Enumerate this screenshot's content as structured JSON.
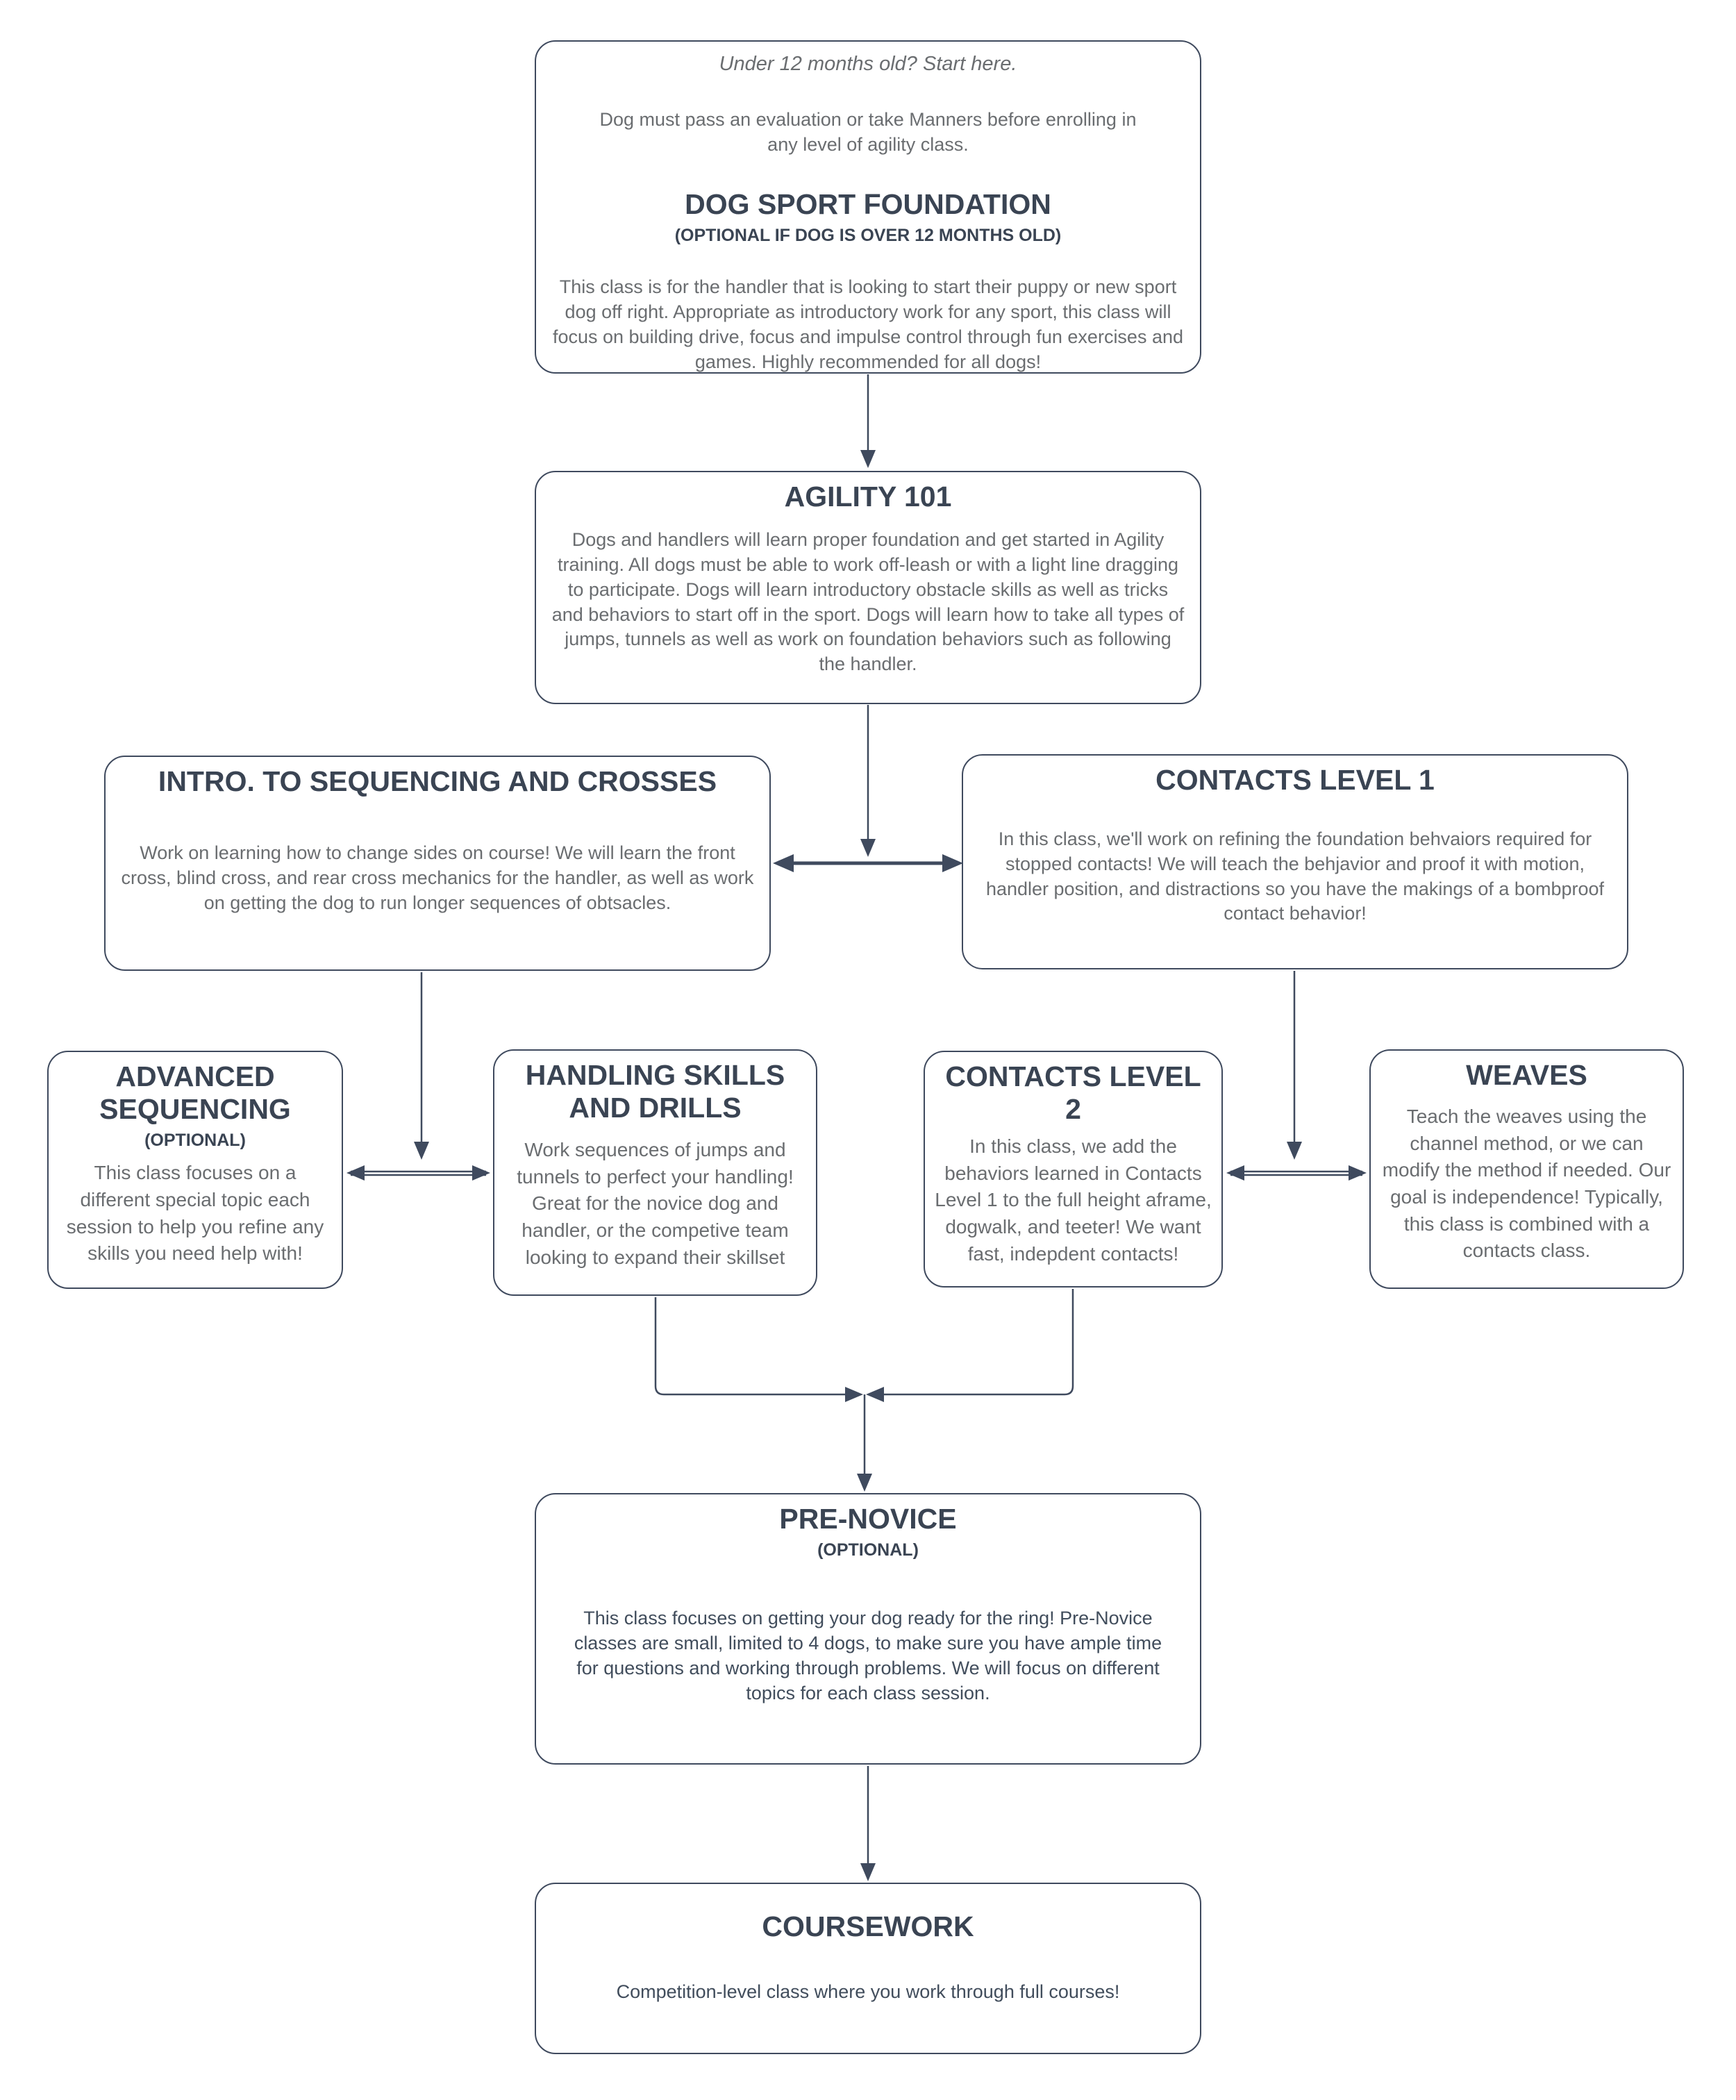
{
  "colors": {
    "background": "#ffffff",
    "border": "#3f4a5e",
    "heading": "#3a4453",
    "body": "#6a6d70",
    "body_dark": "#414d5c",
    "connector": "#3f4a5e"
  },
  "diagram": {
    "foundation": {
      "intro": "Under 12 months old? Start here.",
      "note": "Dog must pass an evaluation or take Manners before enrolling in any level of agility class.",
      "title": "DOG SPORT FOUNDATION",
      "subtitle": "(OPTIONAL IF DOG IS OVER 12 MONTHS OLD)",
      "body": "This class is for the handler that is looking to start their puppy or new sport dog off right. Appropriate as introductory work for any sport, this class will focus on building drive, focus and impulse control through fun exercises and games. Highly recommended for all dogs!"
    },
    "agility101": {
      "title": "AGILITY 101",
      "body": "Dogs and handlers will learn proper foundation and get started in Agility training. All dogs must be able to work off-leash or with a light line dragging to participate. Dogs will learn introductory obstacle skills as well as tricks and behaviors to start off in the sport. Dogs will learn how to take all types of jumps, tunnels as well as work on foundation behaviors such as following the handler."
    },
    "intro_sequencing": {
      "title": "INTRO. TO SEQUENCING AND CROSSES",
      "body": "Work on learning how to change sides on course! We will learn the front cross, blind cross, and rear cross mechanics for the handler, as well as work on getting the dog to run longer sequences of obtsacles."
    },
    "contacts1": {
      "title": "CONTACTS LEVEL 1",
      "body": "In this class, we'll work on refining the foundation behvaiors required for stopped contacts! We will teach the behjavior and proof it with motion, handler position, and distractions so you have the makings of a bombproof contact behavior!"
    },
    "advanced_sequencing": {
      "title": "ADVANCED SEQUENCING",
      "subtitle": "(OPTIONAL)",
      "body": "This class focuses on a different special topic each session to help you refine any skills you need help with!"
    },
    "handling": {
      "title": "HANDLING SKILLS AND DRILLS",
      "body": "Work sequences of jumps and tunnels to perfect your handling! Great for the novice dog and handler, or the competive team looking to expand their skillset"
    },
    "contacts2": {
      "title": "CONTACTS LEVEL 2",
      "body": "In this class, we add the behaviors learned in Contacts Level 1 to the full height aframe, dogwalk, and teeter! We want fast, indepdent contacts!"
    },
    "weaves": {
      "title": "WEAVES",
      "body": "Teach the weaves using the channel method, or we can modify the method if needed. Our goal is independence! Typically, this class is combined with a contacts class."
    },
    "prenovice": {
      "title": "PRE-NOVICE",
      "subtitle": "(OPTIONAL)",
      "body": "This class focuses on getting your dog ready for the ring! Pre-Novice classes are small, limited to 4 dogs, to make sure you have ample time for questions and working through problems. We will focus on different topics for each class session."
    },
    "coursework": {
      "title": "COURSEWORK",
      "body": "Competition-level class where you work through full courses!"
    }
  }
}
